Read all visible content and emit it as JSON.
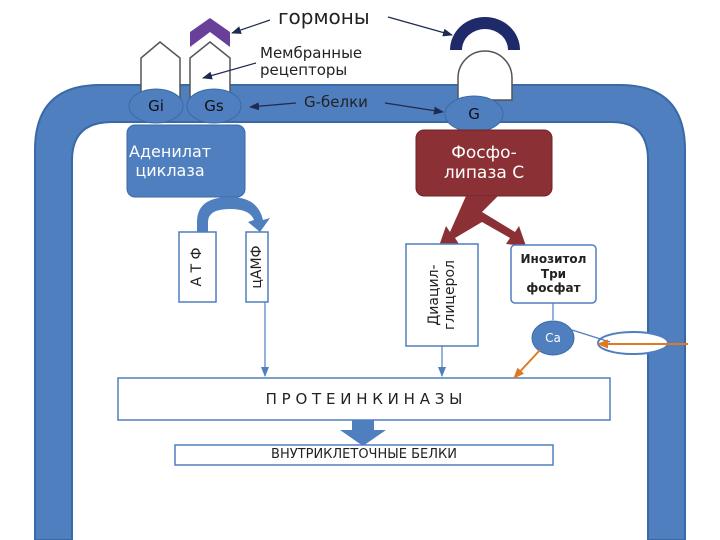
{
  "labels": {
    "hormones": "гормоны",
    "membrane_receptors": "Мембранные\nрецепторы",
    "g_proteins": "G-белки",
    "gi": "Gi",
    "gs": "Gs",
    "g": "G",
    "adenylate_cyclase": "Аденилат\nциклаза",
    "phospholipase_c": "Фосфо-\nлипаза С",
    "atp": "А Т Ф",
    "camp": "цАМФ",
    "diacylglycerol": "Диацил-\nглицерол",
    "inositol_triphosphate": "Инозитол\nТри\nфосфат",
    "ca": "Ca",
    "protein_kinases": "П Р О Т Е И Н К И Н А З Ы",
    "intracellular_proteins": "ВНУТРИКЛЕТОЧНЫЕ БЕЛКИ"
  },
  "colors": {
    "membrane": "#4f7fbf",
    "membrane_edge": "#3a6aa6",
    "adenylate_box": "#4f7fbf",
    "phospholipase_box": "#8b3034",
    "g_circle": "#4f7fbf",
    "hormone_purple": "#6a3f9a",
    "hormone_navy": "#1f2a6b",
    "ca_circle": "#4f7fbf",
    "channel_arrow": "#e07a22",
    "kinase_arrow": "#4f7fbf"
  }
}
